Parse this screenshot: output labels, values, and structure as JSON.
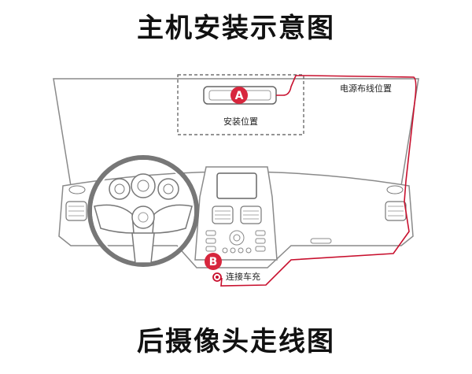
{
  "title_top": "主机安装示意图",
  "title_bottom": "后摄像头走线图",
  "labels": {
    "install_position": "安装位置",
    "power_line_position": "电源布线位置",
    "connect_car_charger": "连接车充"
  },
  "markers": {
    "a": "A",
    "b": "B"
  },
  "colors": {
    "wire": "#c8102e",
    "marker": "#d7263d",
    "outline": "#8a8a8a"
  }
}
